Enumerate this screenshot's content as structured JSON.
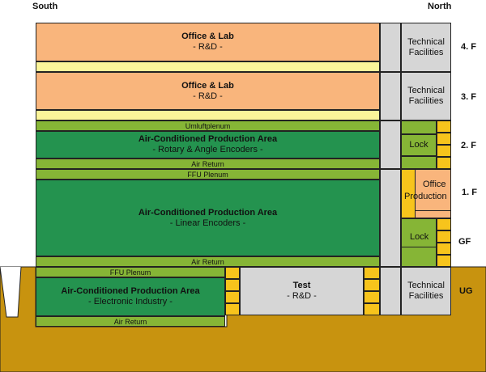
{
  "compass": {
    "south": "South",
    "north": "North"
  },
  "floors": {
    "f4": "4. F",
    "f3": "3. F",
    "f2": "2. F",
    "f1": "1. F",
    "gf": "GF",
    "ug": "UG"
  },
  "f4": {
    "title": "Office & Lab",
    "sub": "- R&D -",
    "tech": "Technical Facilities"
  },
  "f3": {
    "title": "Office & Lab",
    "sub": "- R&D -",
    "tech": "Technical Facilities"
  },
  "f2": {
    "top_strip": "Umluftplenum",
    "title": "Air-Conditioned Production Area",
    "sub": "- Rotary & Angle Encoders -",
    "bottom_strip": "Air Return",
    "lock": "Lock"
  },
  "f1_gf": {
    "top_strip": "FFU Plenum",
    "title": "Air-Conditioned Production Area",
    "sub": "- Linear Encoders -",
    "bottom_strip": "Air Return",
    "office": "Office",
    "production": "Production",
    "lock": "Lock"
  },
  "ug": {
    "top_strip": "FFU Plenum",
    "title": "Air-Conditioned Production Area",
    "sub": "- Electronic Industry -",
    "bottom_strip": "Air Return",
    "test_title": "Test",
    "test_sub": "- R&D -",
    "tech": "Technical Facilities"
  },
  "colors": {
    "office": "#f9b57c",
    "plenum": "#86b536",
    "production": "#24934f",
    "ground": "#c8930f",
    "technical": "#d6d6d6",
    "shaft": "#f7c41c"
  }
}
